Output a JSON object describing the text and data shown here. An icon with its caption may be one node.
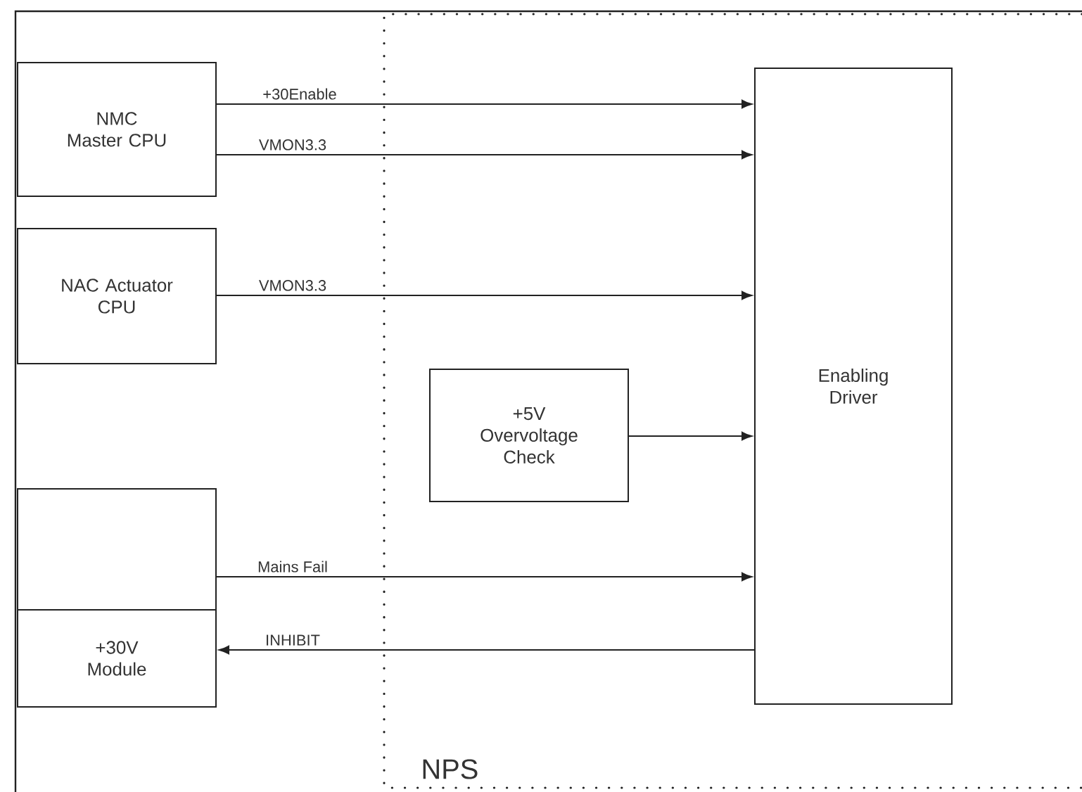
{
  "diagram": {
    "nodes": [
      {
        "text": [
          "NMC Master CPU"
        ]
      },
      {
        "text": [
          "NAC Actuator CPU"
        ]
      },
      {
        "text": [],
        "shape": "box"
      },
      {
        "text": [
          "+30V Module"
        ]
      },
      {
        "text": [
          "NPS"
        ]
      },
      {
        "text": [
          "+5V Overvoltage Check"
        ],
        "in": 4
      },
      {
        "text": [
          "Enabling Driver"
        ],
        "in": 4
      }
    ],
    "edges": [
      {
        "from": 0,
        "to": 6,
        "arrow": "to",
        "label": "+30Enable"
      },
      {
        "from": 0,
        "to": 6,
        "arrow": "to",
        "label": "VMON3.3"
      },
      {
        "from": 1,
        "to": 6,
        "arrow": "to",
        "label": "VMON3.3"
      },
      {
        "from": 5,
        "to": 6,
        "arrow": "to"
      },
      {
        "from": 2,
        "to": 6,
        "arrow": "to",
        "label": "Mains Fail"
      },
      {
        "from": 6,
        "to": 3,
        "arrow": "to",
        "label": "INHIBIT"
      }
    ]
  }
}
